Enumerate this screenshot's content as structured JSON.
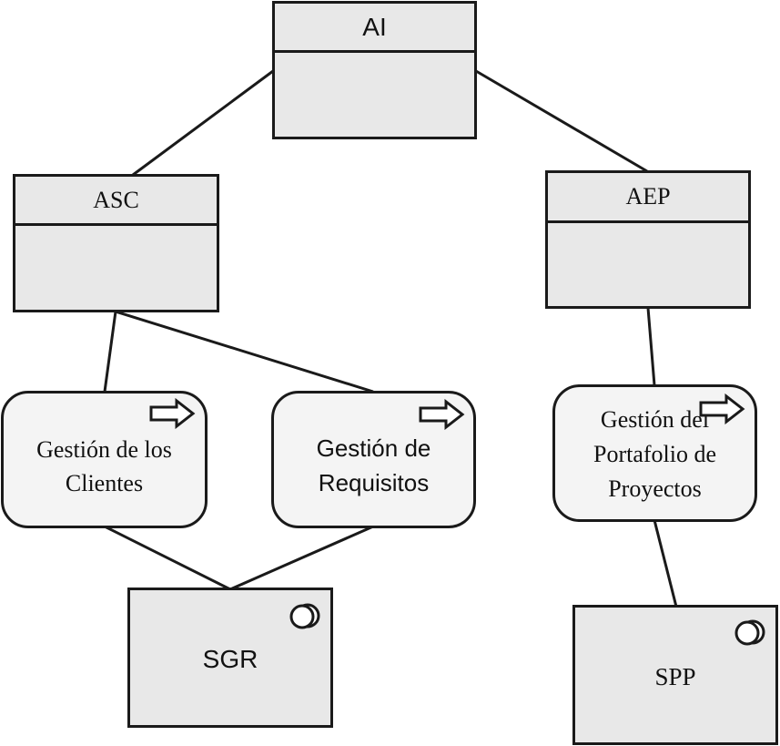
{
  "nodes": {
    "ai": {
      "label": "AI"
    },
    "asc": {
      "label": "ASC"
    },
    "aep": {
      "label": "AEP"
    },
    "gestion_clientes": {
      "line1": "Gestión de los",
      "line2": "Clientes"
    },
    "gestion_requisitos": {
      "line1": "Gestión de",
      "line2": "Requisitos"
    },
    "gestion_portafolio": {
      "line1": "Gestión del",
      "line2": "Portafolio de",
      "line3": "Proyectos"
    },
    "sgr": {
      "label": "SGR"
    },
    "spp": {
      "label": "SPP"
    }
  },
  "icons": {
    "process": "arrow-icon",
    "component": "collaboration-icon"
  },
  "colors": {
    "line": "#1a1a1a",
    "box_fill": "#e8e8e8",
    "process_fill": "#f4f4f4"
  }
}
